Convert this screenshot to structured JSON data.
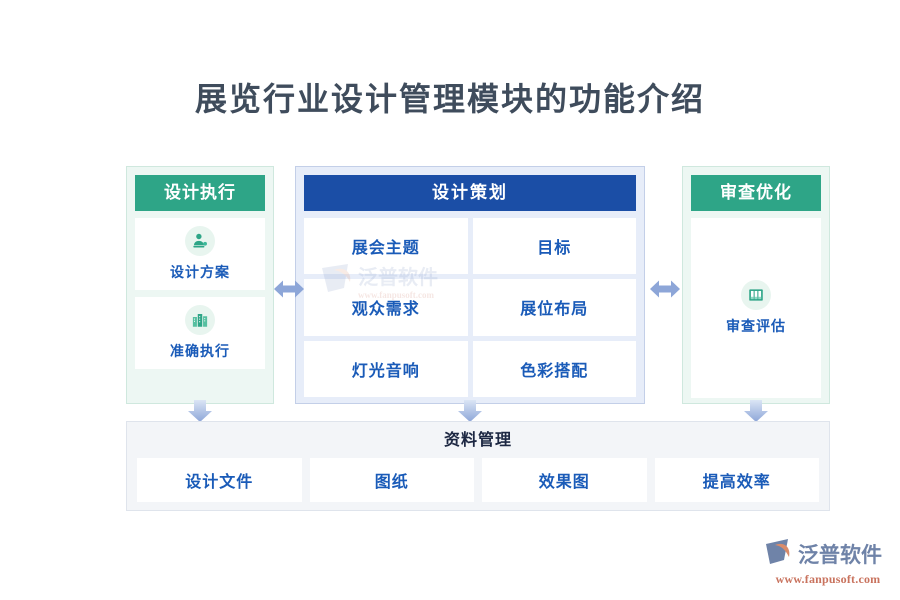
{
  "page": {
    "title": "展览行业设计管理模块的功能介绍"
  },
  "colors": {
    "green_header": "#2ea587",
    "blue_header": "#1b4ea6",
    "blue_text": "#1a5bb8",
    "title_text": "#3f4c5c",
    "arrow": "#8da6d8",
    "left_panel_bg": "#edf7f3",
    "center_panel_bg": "#e7edf9",
    "bottom_bar_bg": "#f3f5f8"
  },
  "left_column": {
    "header": "设计执行",
    "cards": [
      {
        "icon": "user-stamp-icon",
        "label": "设计方案"
      },
      {
        "icon": "buildings-icon",
        "label": "准确执行"
      }
    ]
  },
  "center_panel": {
    "header": "设计策划",
    "cells": [
      "展会主题",
      "目标",
      "观众需求",
      "展位布局",
      "灯光音响",
      "色彩搭配"
    ]
  },
  "right_column": {
    "header": "审查优化",
    "cards": [
      {
        "icon": "archive-books-icon",
        "label": "审查评估"
      }
    ]
  },
  "bottom_bar": {
    "title": "资料管理",
    "cells": [
      "设计文件",
      "图纸",
      "效果图",
      "提高效率"
    ]
  },
  "arrows": {
    "left_to_center": "double-arrow-horizontal-icon",
    "center_to_right": "double-arrow-horizontal-icon",
    "down_left": "arrow-down-icon",
    "down_center": "arrow-down-icon",
    "down_right": "arrow-down-icon"
  },
  "watermark": {
    "name": "fanpusoft-watermark"
  },
  "logo": {
    "brand": "泛普软件",
    "url": "www.fanpusoft.com"
  }
}
